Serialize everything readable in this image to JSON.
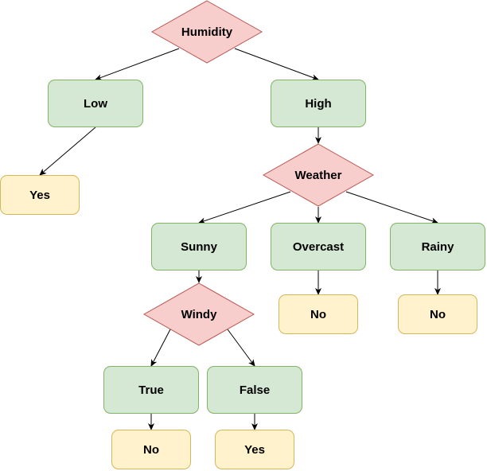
{
  "colors": {
    "decision_fill": "#f8cecc",
    "decision_stroke": "#b85450",
    "value_fill": "#d5e8d4",
    "value_stroke": "#82b366",
    "leaf_fill": "#fff2cc",
    "leaf_stroke": "#d6b656",
    "edge": "#000000"
  },
  "nodes": {
    "humidity": "Humidity",
    "low": "Low",
    "high": "High",
    "yes_low": "Yes",
    "weather": "Weather",
    "sunny": "Sunny",
    "overcast": "Overcast",
    "rainy": "Rainy",
    "no_overcast": "No",
    "no_rainy": "No",
    "windy": "Windy",
    "true": "True",
    "false": "False",
    "no_true": "No",
    "yes_false": "Yes"
  }
}
